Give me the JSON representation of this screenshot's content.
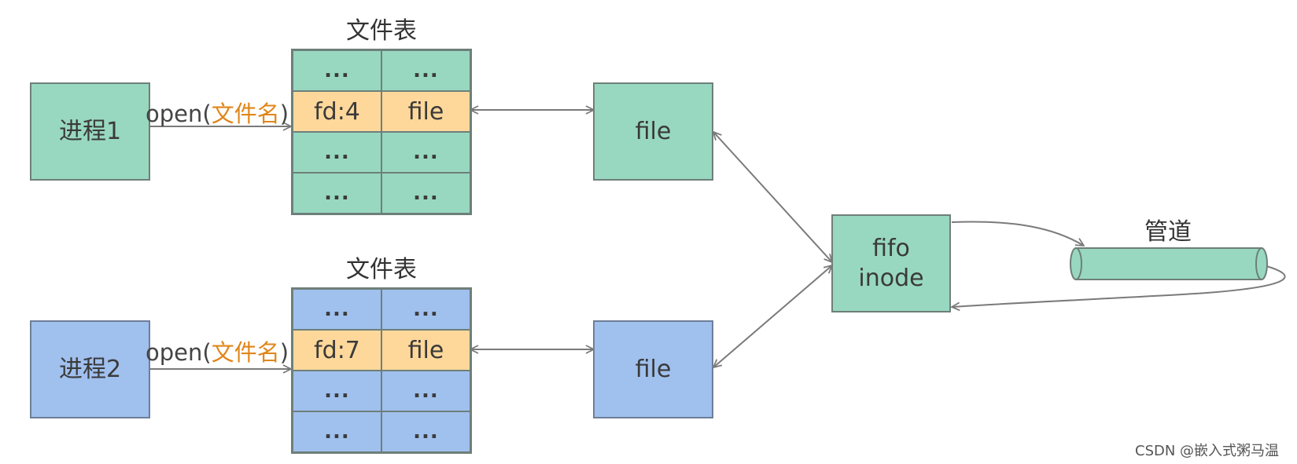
{
  "processes": [
    {
      "label": "进程1",
      "open_prefix": "open(",
      "open_arg": "文件名",
      "open_suffix": ")"
    },
    {
      "label": "进程2",
      "open_prefix": "open(",
      "open_arg": "文件名",
      "open_suffix": ")"
    }
  ],
  "file_tables": [
    {
      "title": "文件表",
      "rows": [
        [
          "...",
          "..."
        ],
        [
          "fd:4",
          "file"
        ],
        [
          "...",
          "..."
        ],
        [
          "...",
          "..."
        ]
      ]
    },
    {
      "title": "文件表",
      "rows": [
        [
          "...",
          "..."
        ],
        [
          "fd:7",
          "file"
        ],
        [
          "...",
          "..."
        ],
        [
          "...",
          "..."
        ]
      ]
    }
  ],
  "file_boxes": [
    {
      "label": "file"
    },
    {
      "label": "file"
    }
  ],
  "inode": {
    "line1": "fifo",
    "line2": "inode"
  },
  "pipe": {
    "label": "管道"
  },
  "watermark": "CSDN @嵌入式粥马温",
  "colors": {
    "green": "#98d8c0",
    "blue": "#a0c0ee",
    "highlight": "#fed89a",
    "accent_text": "#e0861a",
    "arrow": "#7a7a7a"
  }
}
